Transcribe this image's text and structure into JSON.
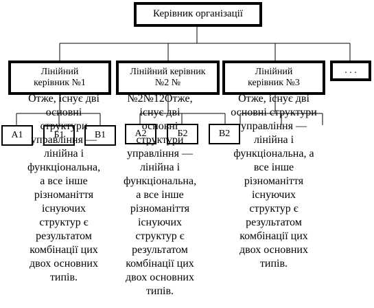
{
  "chart": {
    "top": {
      "label": "Керівник організації"
    },
    "managers": [
      {
        "label": "Лінійний керівник №1"
      },
      {
        "label": "Лінійний керівник №2 №"
      },
      {
        "label": "Лінійний керівник №3"
      },
      {
        "label": ". . ."
      }
    ],
    "subordinates": [
      {
        "label": "А1"
      },
      {
        "label": "Б1"
      },
      {
        "label": "В1"
      },
      {
        "label": "А2"
      },
      {
        "label": "Б2"
      },
      {
        "label": "В2"
      }
    ]
  },
  "overflow_text": {
    "col1": "Отже, існує дві основні структури управління — лінійна і функціональна, а все інше різноманіття існуючих структур є результатом комбінації цих двох основних типів.",
    "col2_prefix": "№2№12",
    "col2": "Отже, існує дві основні структури управління — лінійна і функціональна, а все інше різноманіття існуючих структур є результатом комбінації цих двох основних типів.",
    "col3": "Отже, існує дві основні структури управління — лінійна і функціональна, а все інше різноманіття існуючих структур є результатом комбінації цих двох основних типів."
  },
  "colors": {
    "line": "#000000",
    "box_fill": "#ffffff",
    "text": "#000000"
  }
}
